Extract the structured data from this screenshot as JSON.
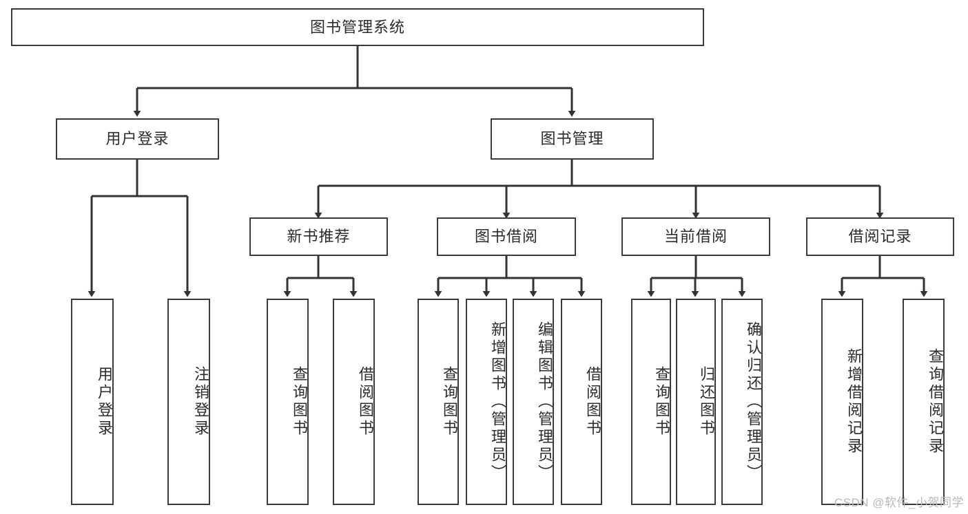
{
  "diagram": {
    "type": "tree",
    "title": "图书管理系统",
    "root": {
      "label": "图书管理系统"
    },
    "level2": [
      {
        "label": "用户登录"
      },
      {
        "label": "图书管理"
      }
    ],
    "level3": [
      {
        "label": "新书推荐"
      },
      {
        "label": "图书借阅"
      },
      {
        "label": "当前借阅"
      },
      {
        "label": "借阅记录"
      }
    ],
    "leaves": {
      "user_login": [
        {
          "label": "用户登录"
        },
        {
          "label": "注销登录"
        }
      ],
      "new_book_recommend": [
        {
          "label": "查询图书"
        },
        {
          "label": "借阅图书"
        }
      ],
      "book_borrow": [
        {
          "label": "查询图书"
        },
        {
          "label": "新增图书（管理员）"
        },
        {
          "label": "编辑图书（管理员）"
        },
        {
          "label": "借阅图书"
        }
      ],
      "current_borrow": [
        {
          "label": "查询图书"
        },
        {
          "label": "归还图书"
        },
        {
          "label": "确认归还（管理员）"
        }
      ],
      "borrow_record": [
        {
          "label": "新增借阅记录"
        },
        {
          "label": "查询借阅记录"
        }
      ]
    }
  },
  "watermark": {
    "text": "CSDN @软件_小贺同学"
  },
  "colors": {
    "box_border": "#3a3a3a",
    "text": "#2b2b2b",
    "line": "#333333",
    "background": "#ffffff",
    "watermark": "#b9b9b9"
  }
}
